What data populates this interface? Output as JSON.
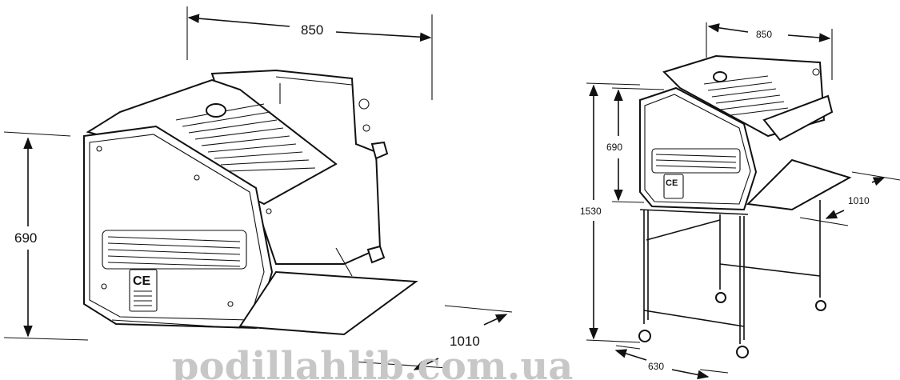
{
  "diagram": {
    "left_view": {
      "width_label": "850",
      "height_label": "690",
      "depth_label": "1010",
      "ce_mark": "CE"
    },
    "right_view": {
      "width_label": "850",
      "height_label": "690",
      "total_height_label": "1530",
      "depth_label": "1010",
      "stand_width_label": "630",
      "ce_mark": "CE"
    }
  },
  "watermark": "podillahlib.com.ua"
}
